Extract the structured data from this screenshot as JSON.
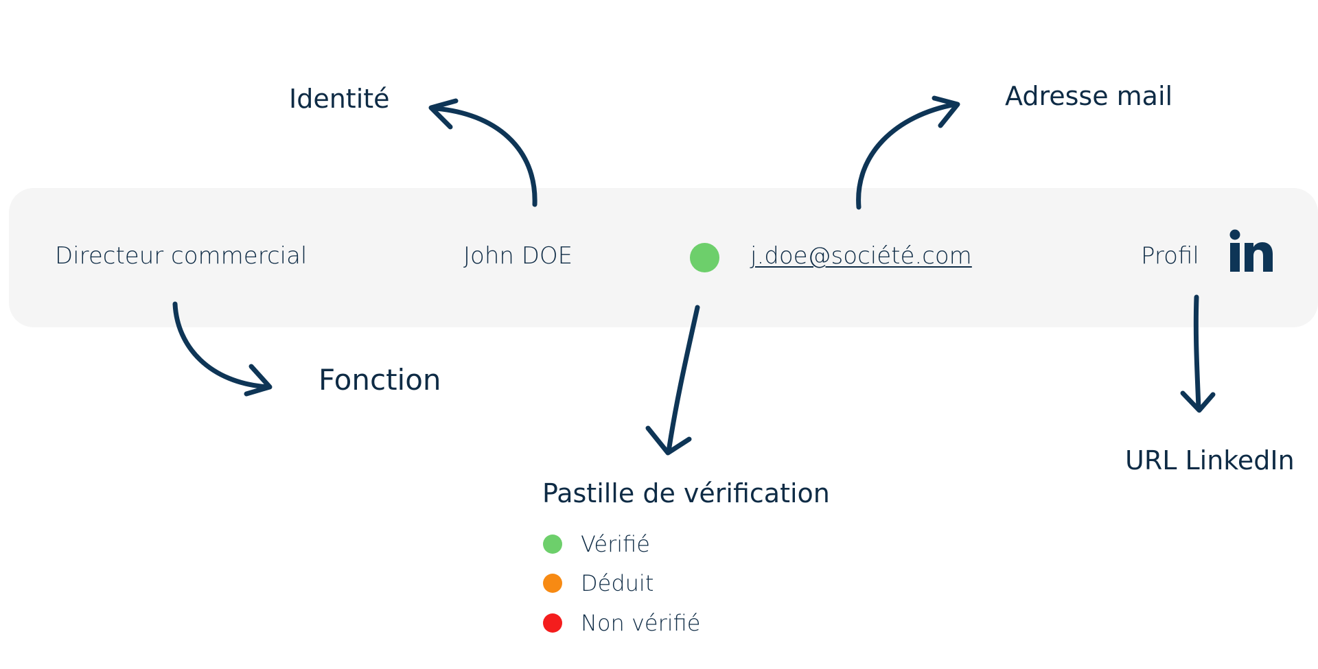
{
  "card": {
    "role": "Directeur commercial",
    "name": "John DOE",
    "email": "j.doe@société.com",
    "profile_label": "Profil",
    "status_color": "#6dcf6b",
    "linkedin_icon": "linkedin-icon"
  },
  "annotations": {
    "identite": "Identité",
    "adresse_mail": "Adresse mail",
    "fonction": "Fonction",
    "pastille": "Pastille de vérification",
    "url_linkedin": "URL LinkedIn"
  },
  "legend": [
    {
      "label": "Vérifié",
      "color": "#6dcf6b"
    },
    {
      "label": "Déduit",
      "color": "#f78a13"
    },
    {
      "label": "Non vérifié",
      "color": "#f41d1d"
    }
  ],
  "colors": {
    "text": "#0e2b45",
    "arrow": "#0e3556",
    "card_bg": "#f5f5f5",
    "linkedin": "#0e3556"
  }
}
